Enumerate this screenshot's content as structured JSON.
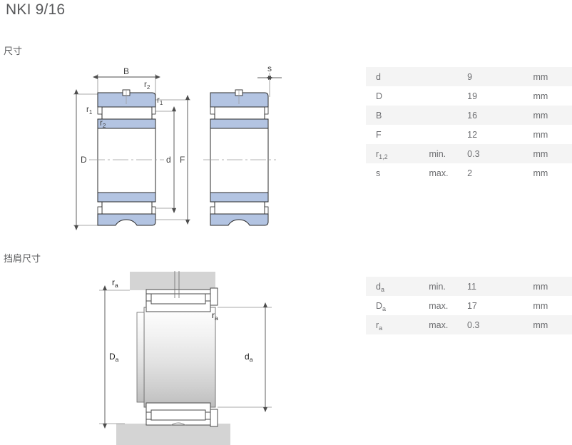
{
  "title": "NKI 9/16",
  "sections": {
    "dimensions_heading": "尺寸",
    "abutment_heading": "挡肩尺寸"
  },
  "dimensions_table": {
    "rows": [
      {
        "symbol": "d",
        "sub": "",
        "qualifier": "",
        "value": "9",
        "unit": "mm"
      },
      {
        "symbol": "D",
        "sub": "",
        "qualifier": "",
        "value": "19",
        "unit": "mm"
      },
      {
        "symbol": "B",
        "sub": "",
        "qualifier": "",
        "value": "16",
        "unit": "mm"
      },
      {
        "symbol": "F",
        "sub": "",
        "qualifier": "",
        "value": "12",
        "unit": "mm"
      },
      {
        "symbol": "r",
        "sub": "1,2",
        "qualifier": "min.",
        "value": "0.3",
        "unit": "mm"
      },
      {
        "symbol": "s",
        "sub": "",
        "qualifier": "max.",
        "value": "2",
        "unit": "mm"
      }
    ]
  },
  "abutment_table": {
    "rows": [
      {
        "symbol": "d",
        "sub": "a",
        "qualifier": "min.",
        "value": "11",
        "unit": "mm"
      },
      {
        "symbol": "D",
        "sub": "a",
        "qualifier": "max.",
        "value": "17",
        "unit": "mm"
      },
      {
        "symbol": "r",
        "sub": "a",
        "qualifier": "max.",
        "value": "0.3",
        "unit": "mm"
      }
    ]
  },
  "bearing_drawing": {
    "labels": {
      "B": "B",
      "D": "D",
      "d": "d",
      "F": "F",
      "s": "s",
      "r1_upper": "r",
      "r1_sub": "1",
      "r2_upper": "r",
      "r2_sub": "2"
    }
  },
  "abutment_drawing": {
    "labels": {
      "Da": "D",
      "Da_sub": "a",
      "da": "d",
      "da_sub": "a",
      "ra": "r",
      "ra_sub": "a"
    }
  },
  "colors": {
    "bearing_fill": "#b3c4e2",
    "bearing_stroke": "#2b2b2b",
    "housing_gray": "#d4d4d4",
    "dimension_line": "#8c8c8c",
    "text": "#58595b",
    "table_row_alt": "#f4f4f4"
  }
}
